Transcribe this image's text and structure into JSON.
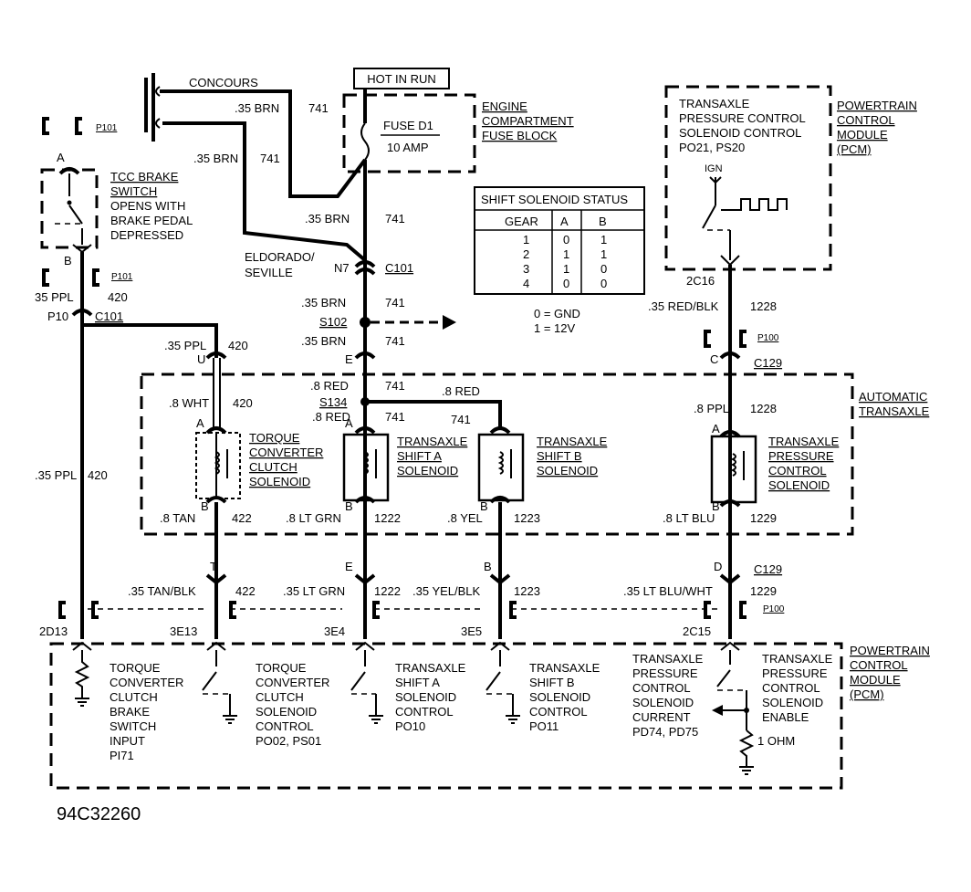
{
  "figure_id": "94C32260",
  "hot_in_run": "HOT IN RUN",
  "concours": "CONCOURS",
  "eldorado_seville": [
    "ELDORADO/",
    "SEVILLE"
  ],
  "fuse_block": {
    "title": [
      "ENGINE",
      "COMPARTMENT",
      "FUSE BLOCK"
    ],
    "fuse": "FUSE D1",
    "amp": "10 AMP"
  },
  "tcc_brake_switch": [
    "TCC BRAKE",
    "SWITCH",
    "OPENS WITH",
    "BRAKE PEDAL",
    "DEPRESSED"
  ],
  "pcm_top": {
    "title": [
      "POWERTRAIN",
      "CONTROL",
      "MODULE",
      "(PCM)"
    ],
    "desc": [
      "TRANSAXLE",
      "PRESSURE CONTROL",
      "SOLENOID CONTROL",
      "PO21, PS20"
    ],
    "ign": "IGN"
  },
  "shift_table": {
    "title": "SHIFT SOLENOID STATUS",
    "headers": [
      "GEAR",
      "A",
      "B"
    ],
    "rows": [
      [
        "1",
        "0",
        "1"
      ],
      [
        "2",
        "1",
        "1"
      ],
      [
        "3",
        "1",
        "0"
      ],
      [
        "4",
        "0",
        "0"
      ]
    ],
    "legend": [
      "0 = GND",
      "1 = 12V"
    ]
  },
  "auto_transaxle": [
    "AUTOMATIC",
    "TRANSAXLE"
  ],
  "solenoids": {
    "tcc": [
      "TORQUE",
      "CONVERTER",
      "CLUTCH",
      "SOLENOID"
    ],
    "shift_a": [
      "TRANSAXLE",
      "SHIFT A",
      "SOLENOID"
    ],
    "shift_b": [
      "TRANSAXLE",
      "SHIFT B",
      "SOLENOID"
    ],
    "pcs": [
      "TRANSAXLE",
      "PRESSURE",
      "CONTROL",
      "SOLENOID"
    ]
  },
  "pcm_bottom": {
    "title": [
      "POWERTRAIN",
      "CONTROL",
      "MODULE",
      "(PCM)"
    ],
    "tcc_brake_input": [
      "TORQUE",
      "CONVERTER",
      "CLUTCH",
      "BRAKE",
      "SWITCH",
      "INPUT",
      "PI71"
    ],
    "tcc_control": [
      "TORQUE",
      "CONVERTER",
      "CLUTCH",
      "SOLENOID",
      "CONTROL",
      "PO02, PS01"
    ],
    "shift_a_control": [
      "TRANSAXLE",
      "SHIFT A",
      "SOLENOID",
      "CONTROL",
      "PO10"
    ],
    "shift_b_control": [
      "TRANSAXLE",
      "SHIFT B",
      "SOLENOID",
      "CONTROL",
      "PO11"
    ],
    "pcs_current": [
      "TRANSAXLE",
      "PRESSURE",
      "CONTROL",
      "SOLENOID",
      "CURRENT",
      "PD74, PD75"
    ],
    "pcs_enable": [
      "TRANSAXLE",
      "PRESSURE",
      "CONTROL",
      "SOLENOID",
      "ENABLE"
    ],
    "ohm": "1 OHM"
  },
  "wires": {
    "brn741_a": ".35 BRN",
    "brn741_b": ".35 BRN",
    "brn741_c": ".35 BRN",
    "brn741_d": ".35 BRN",
    "brn741_e": ".35 BRN",
    "ckt741": "741",
    "ckt420": "420",
    "ckt1228": "1228",
    "ckt422": "422",
    "ckt1222": "1222",
    "ckt1223": "1223",
    "ckt1229": "1229",
    "ppl_a": "35 PPL",
    "ppl_b": ".35 PPL",
    "ppl_c": ".35 PPL",
    "wht": ".8 WHT",
    "red_a": ".8 RED",
    "red_b": ".8 RED",
    "red_c": ".8 RED",
    "ppl_8": ".8 PPL",
    "red_blk": ".35 RED/BLK",
    "tan": ".8 TAN",
    "lt_grn": ".8 LT GRN",
    "yel": ".8 YEL",
    "lt_blu": ".8 LT BLU",
    "tan_blk": ".35 TAN/BLK",
    "lt_grn35": ".35 LT GRN",
    "yel_blk": ".35 YEL/BLK",
    "lt_blu_wht": ".35 LT BLU/WHT"
  },
  "connectors": {
    "p101": "P101",
    "c101": "C101",
    "c129": "C129",
    "p100": "P100",
    "n7": "N7",
    "p10": "P10",
    "s102": "S102",
    "s134": "S134",
    "pin_a": "A",
    "pin_b": "B",
    "pin_u": "U",
    "pin_e": "E",
    "pin_c": "C",
    "pin_t": "T",
    "pin_d": "D",
    "c2c16": "2C16",
    "c2d13": "2D13",
    "c3e13": "3E13",
    "c3e4": "3E4",
    "c3e5": "3E5",
    "c2c15": "2C15"
  }
}
